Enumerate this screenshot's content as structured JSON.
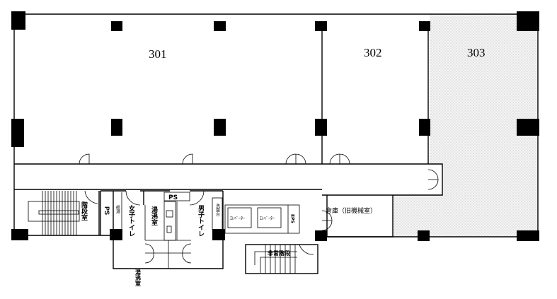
{
  "title": "3F floor plan",
  "rooms": {
    "r301": "301",
    "r302": "302",
    "r303": "303",
    "stair_room": "階段室",
    "ps1": "PS",
    "ps2": "PS",
    "kyuto_small": "給湯",
    "womens_toilet": "女子トイレ",
    "yuwakashi": "湯沸室",
    "mens_toilet": "男子トイレ",
    "sink": "洗面台",
    "elevator1": "ｴﾚﾍﾞｰﾀｰ",
    "elevator2": "ｴﾚﾍﾞｰﾀｰ",
    "eps": "EPS",
    "storage": "倉庫（旧機械室）",
    "emergency_stair": "非常階段",
    "yuwakashi_below": "湯沸室"
  },
  "colors": {
    "line": "#000000",
    "hatch": "#d8d8d8"
  }
}
